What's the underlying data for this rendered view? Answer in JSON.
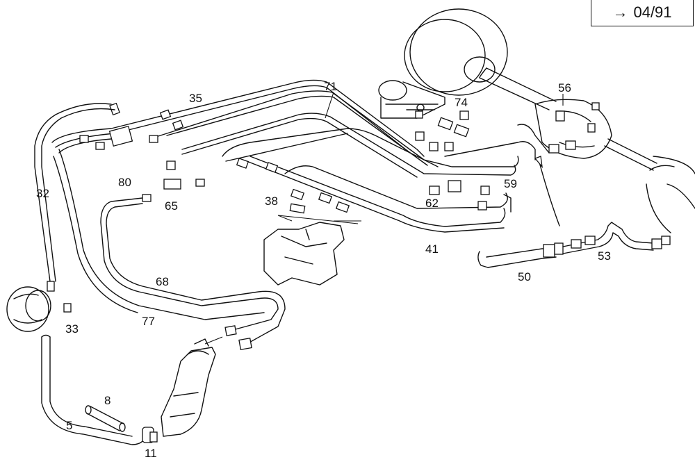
{
  "revision": {
    "arrow": "→",
    "text": "04/91"
  },
  "callouts": {
    "c71": "71",
    "c35": "35",
    "c74": "74",
    "c56": "56",
    "c80": "80",
    "c32": "32",
    "c65": "65",
    "c38": "38",
    "c62": "62",
    "c59": "59",
    "c41": "41",
    "c53": "53",
    "c50": "50",
    "c68": "68",
    "c77": "77",
    "c33": "33",
    "c8": "8",
    "c5": "5",
    "c11": "11"
  }
}
